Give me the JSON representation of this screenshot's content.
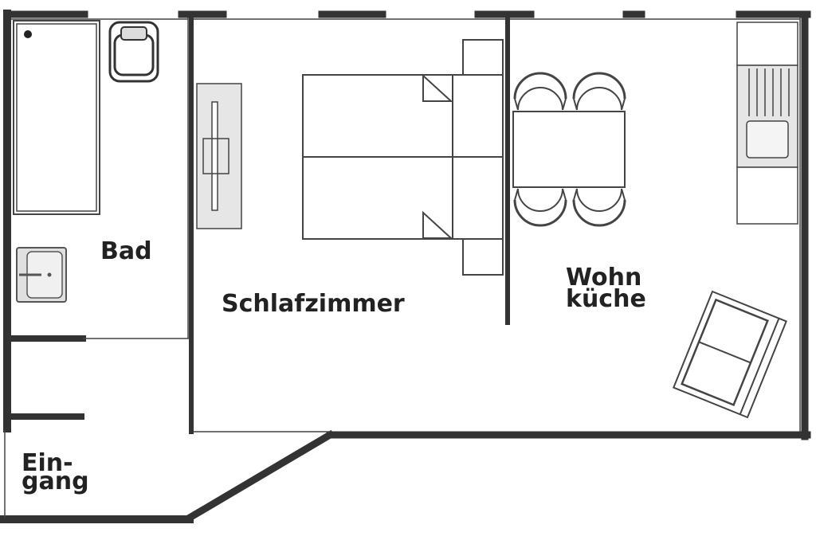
{
  "rooms": {
    "bad": "Bad",
    "schlafzimmer": "Schlafzimmer",
    "wohnkueche_line1": "Wohn",
    "wohnkueche_line2": "küche",
    "eingang_line1": "Ein-",
    "eingang_line2": "gang"
  },
  "colors": {
    "wall": "#333333",
    "line": "#444444",
    "fixture_fill": "#e6e6e6",
    "background": "#ffffff"
  }
}
